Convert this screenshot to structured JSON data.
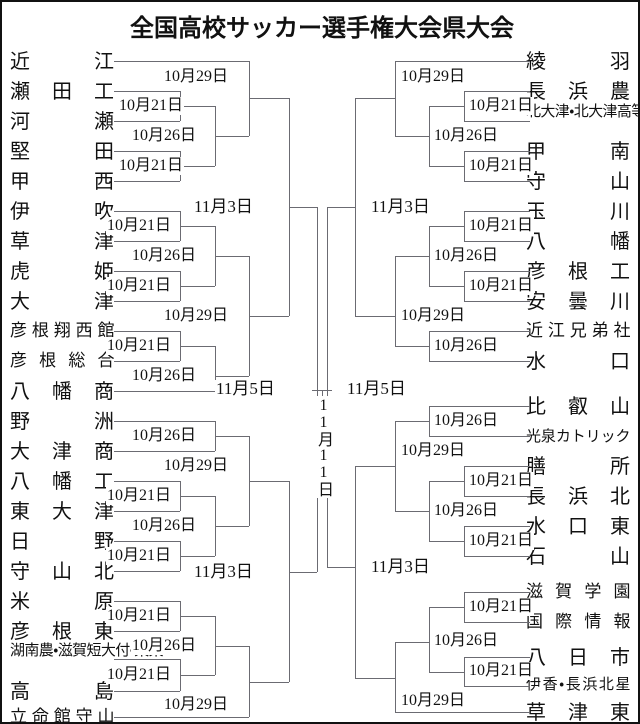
{
  "header": {
    "title": "全国高校サッカー選手権大会県大会"
  },
  "final": {
    "date": "11月11日"
  },
  "left": {
    "teams": [
      {
        "name": "近江"
      },
      {
        "name": "瀬田工"
      },
      {
        "name": "河瀬"
      },
      {
        "name": "堅田"
      },
      {
        "name": "甲西"
      },
      {
        "name": "伊吹"
      },
      {
        "name": "草津"
      },
      {
        "name": "虎姫"
      },
      {
        "name": "大津"
      },
      {
        "name": "彦根翔西館"
      },
      {
        "name": "彦根総合"
      },
      {
        "name": "八幡商"
      },
      {
        "name": "野洲"
      },
      {
        "name": "大津商"
      },
      {
        "name": "八幡工"
      },
      {
        "name": "東大津"
      },
      {
        "name": "日野"
      },
      {
        "name": "守山北"
      },
      {
        "name": "米原"
      },
      {
        "name": "彦根東"
      },
      {
        "name": "湖南農・滋賀短大付・栗東"
      },
      {
        "name": "高島"
      },
      {
        "name": "立命館守山"
      }
    ],
    "dates": [
      {
        "id": "L-r1-a",
        "text": "10月21日"
      },
      {
        "id": "L-r1-b",
        "text": "10月21日"
      },
      {
        "id": "L-r2-a",
        "text": "10月26日"
      },
      {
        "id": "L-r3-a",
        "text": "10月29日"
      },
      {
        "id": "L-r1-c",
        "text": "10月21日"
      },
      {
        "id": "L-r1-d",
        "text": "10月21日"
      },
      {
        "id": "L-r2-b",
        "text": "10月26日"
      },
      {
        "id": "L-r1-e",
        "text": "10月21日"
      },
      {
        "id": "L-r2-c",
        "text": "10月26日"
      },
      {
        "id": "L-r3-b",
        "text": "10月29日"
      },
      {
        "id": "L-r4-a",
        "text": "11月3日"
      },
      {
        "id": "L-r2-d",
        "text": "10月26日"
      },
      {
        "id": "L-r3-c",
        "text": "10月29日"
      },
      {
        "id": "L-r1-f",
        "text": "10月21日"
      },
      {
        "id": "L-r1-g",
        "text": "10月21日"
      },
      {
        "id": "L-r2-e",
        "text": "10月26日"
      },
      {
        "id": "L-r1-h",
        "text": "10月21日"
      },
      {
        "id": "L-r1-i",
        "text": "10月21日"
      },
      {
        "id": "L-r2-f",
        "text": "10月26日"
      },
      {
        "id": "L-r3-d",
        "text": "10月29日"
      },
      {
        "id": "L-r4-b",
        "text": "11月3日"
      },
      {
        "id": "L-r5-a",
        "text": "11月5日"
      }
    ]
  },
  "right": {
    "teams": [
      {
        "name": "綾羽"
      },
      {
        "name": "長浜農"
      },
      {
        "name": "北大津・北大津高等養護"
      },
      {
        "name": "甲南"
      },
      {
        "name": "守山"
      },
      {
        "name": "玉川"
      },
      {
        "name": "八幡"
      },
      {
        "name": "彦根工"
      },
      {
        "name": "安曇川"
      },
      {
        "name": "近江兄弟社"
      },
      {
        "name": "水口"
      },
      {
        "name": "比叡山"
      },
      {
        "name": "光泉カトリック"
      },
      {
        "name": "膳所"
      },
      {
        "name": "長浜北"
      },
      {
        "name": "水口東"
      },
      {
        "name": "石山"
      },
      {
        "name": "滋賀学園"
      },
      {
        "name": "国際情報"
      },
      {
        "name": "八日市"
      },
      {
        "name": "伊香・長浜北星"
      },
      {
        "name": "草津東"
      }
    ],
    "dates": [
      {
        "id": "R-r1-a",
        "text": "10月21日"
      },
      {
        "id": "R-r1-b",
        "text": "10月21日"
      },
      {
        "id": "R-r2-a",
        "text": "10月26日"
      },
      {
        "id": "R-r3-a",
        "text": "10月29日"
      },
      {
        "id": "R-r1-c",
        "text": "10月21日"
      },
      {
        "id": "R-r1-d",
        "text": "10月21日"
      },
      {
        "id": "R-r2-b",
        "text": "10月26日"
      },
      {
        "id": "R-r2-c",
        "text": "10月26日"
      },
      {
        "id": "R-r3-b",
        "text": "10月29日"
      },
      {
        "id": "R-r4-a",
        "text": "11月3日"
      },
      {
        "id": "R-r2-d",
        "text": "10月26日"
      },
      {
        "id": "R-r3-c",
        "text": "10月29日"
      },
      {
        "id": "R-r1-e",
        "text": "10月21日"
      },
      {
        "id": "R-r1-f",
        "text": "10月21日"
      },
      {
        "id": "R-r2-e",
        "text": "10月26日"
      },
      {
        "id": "R-r1-g",
        "text": "10月21日"
      },
      {
        "id": "R-r1-h",
        "text": "10月21日"
      },
      {
        "id": "R-r2-f",
        "text": "10月26日"
      },
      {
        "id": "R-r3-d",
        "text": "10月29日"
      },
      {
        "id": "R-r4-b",
        "text": "11月3日"
      },
      {
        "id": "R-r5-a",
        "text": "11月5日"
      }
    ]
  },
  "colors": {
    "line": "#6b6b72",
    "text": "#111111",
    "border": "#111111",
    "background": "#ffffff"
  }
}
